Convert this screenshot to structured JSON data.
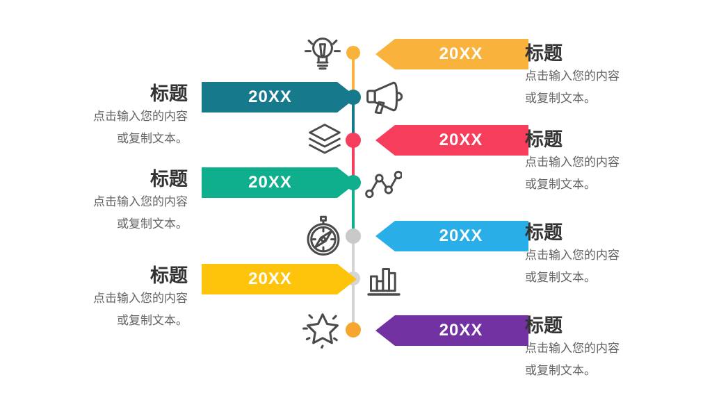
{
  "slide_name": "timeline-infographic-slide",
  "colors": {
    "amber": "#F9B33C",
    "teal": "#17798C",
    "pink": "#F63E5C",
    "green": "#0FAE8C",
    "blue": "#29AEE8",
    "gold": "#FEC40B",
    "purple": "#7232A2",
    "gray_dot": "#C9C9C9",
    "gray_dot_light": "#D6D6D6",
    "gray_line": "#D4D4D4",
    "icon_stroke": "#4A4A4A",
    "title_text": "#333333",
    "body_text": "#636363",
    "year_text": "#FFFFFF"
  },
  "items": [
    {
      "year": "20XX",
      "side": "right",
      "arrow_color": "#F9B33C",
      "dot_color": "#F9B33C",
      "icon": "lightbulb-icon",
      "title": "标题",
      "desc1": "点击输入您的内容",
      "desc2": "或复制文本。"
    },
    {
      "year": "20XX",
      "side": "left",
      "arrow_color": "#17798C",
      "dot_color": "#17798C",
      "icon": "megaphone-icon",
      "title": "标题",
      "desc1": "点击输入您的内容",
      "desc2": "或复制文本。"
    },
    {
      "year": "20XX",
      "side": "right",
      "arrow_color": "#F63E5C",
      "dot_color": "#F63E5C",
      "icon": "layers-icon",
      "title": "标题",
      "desc1": "点击输入您的内容",
      "desc2": "或复制文本。"
    },
    {
      "year": "20XX",
      "side": "left",
      "arrow_color": "#0FAE8C",
      "dot_color": "#0FAE8C",
      "icon": "scatter-chart-icon",
      "title": "标题",
      "desc1": "点击输入您的内容",
      "desc2": "或复制文本。"
    },
    {
      "year": "20XX",
      "side": "right",
      "arrow_color": "#29AEE8",
      "dot_color": "#C9C9C9",
      "icon": "compass-icon",
      "title": "标题",
      "desc1": "点击输入您的内容",
      "desc2": "或复制文本。"
    },
    {
      "year": "20XX",
      "side": "left",
      "arrow_color": "#FEC40B",
      "dot_color": "#D6D6D6",
      "icon": "bar-chart-icon",
      "title": "标题",
      "desc1": "点击输入您的内容",
      "desc2": "或复制文本。"
    },
    {
      "year": "20XX",
      "side": "right",
      "arrow_color": "#7232A2",
      "dot_color": "#F6A62E",
      "icon": "star-icon",
      "title": "标题",
      "desc1": "点击输入您的内容",
      "desc2": "或复制文本。"
    }
  ],
  "segments": [
    {
      "color": "#F9B33C"
    },
    {
      "color": "#17798C"
    },
    {
      "color": "#F63E5C"
    },
    {
      "color": "#0FAE8C"
    },
    {
      "color": "#D4D4D4"
    },
    {
      "color": "#D4D4D4"
    }
  ]
}
